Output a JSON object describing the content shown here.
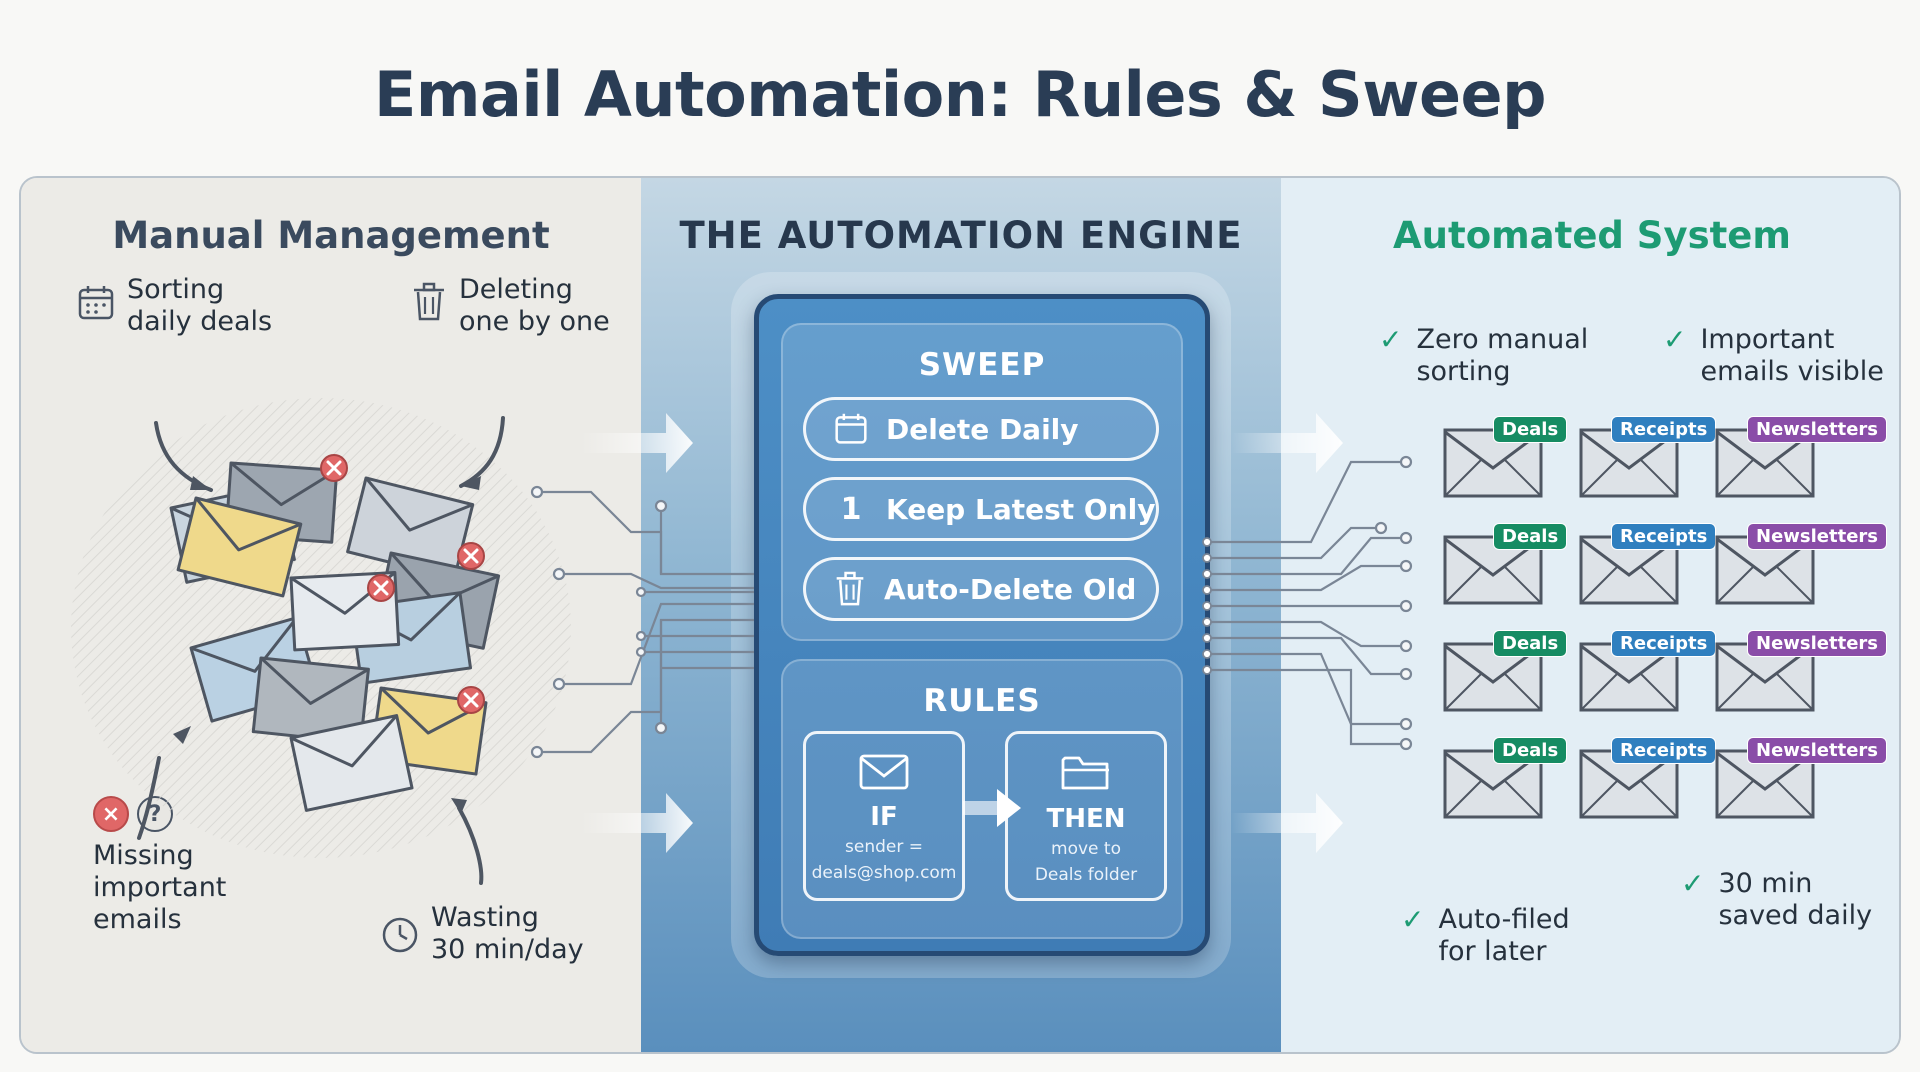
{
  "title": "Email Automation: Rules & Sweep",
  "manual": {
    "heading": "Manual Management",
    "pain_points": [
      {
        "text": "Sorting\ndaily deals",
        "icon": "calendar-icon"
      },
      {
        "text": "Deleting\none by one",
        "icon": "trash-icon"
      },
      {
        "text": "Missing\nimportant\nemails",
        "icon": "warning-icon"
      },
      {
        "text": "Wasting\n30 min/day",
        "icon": "clock-icon"
      }
    ],
    "missing_marks": {
      "x": "×",
      "q": "?"
    }
  },
  "engine": {
    "heading": "THE AUTOMATION ENGINE",
    "sweep": {
      "heading": "SWEEP",
      "actions": [
        {
          "label": "Delete Daily",
          "icon": "calendar-icon"
        },
        {
          "label": "Keep Latest Only",
          "icon": "number-one-icon",
          "glyph": "1"
        },
        {
          "label": "Auto-Delete Old",
          "icon": "trash-icon"
        }
      ]
    },
    "rules": {
      "heading": "RULES",
      "if": {
        "keyword": "IF",
        "line1": "sender =",
        "line2": "deals@shop.com"
      },
      "then": {
        "keyword": "THEN",
        "line1": "move to",
        "line2": "Deals folder"
      }
    }
  },
  "automated": {
    "heading": "Automated System",
    "benefits": [
      "Zero manual\nsorting",
      "Important\nemails visible",
      "30 min\nsaved daily",
      "Auto-filed\nfor later"
    ],
    "check_glyph": "✓",
    "folder_tags": [
      "Deals",
      "Receipts",
      "Newsletters"
    ]
  },
  "colors": {
    "accent_green": "#1d9b73",
    "engine_blue": "#3f7cb5",
    "tag_deals": "#168c63",
    "tag_receipts": "#2f7fbf",
    "tag_newsletters": "#8a4da8",
    "alert_red": "#e06767",
    "envelope_yellow": "#f0dc8e"
  }
}
